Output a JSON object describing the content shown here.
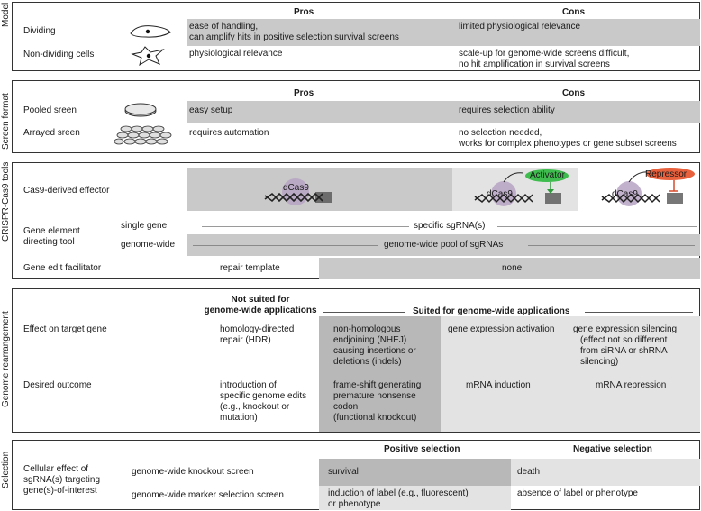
{
  "model": {
    "side_label": "Model",
    "pros_header": "Pros",
    "cons_header": "Cons",
    "rows": [
      {
        "label": "Dividing",
        "pros_1": "ease of handling,",
        "pros_2": "can amplify hits in positive selection survival screens",
        "cons_1": "limited physiological relevance",
        "cons_2": ""
      },
      {
        "label": "Non-dividing cells",
        "pros_1": "physiological relevance",
        "pros_2": "",
        "cons_1": "scale-up for genome-wide screens difficult,",
        "cons_2": "no hit amplification in survival screens"
      }
    ]
  },
  "screen_format": {
    "side_label": "Screen format",
    "pros_header": "Pros",
    "cons_header": "Cons",
    "rows": [
      {
        "label": "Pooled sreen",
        "pros_1": "easy setup",
        "cons_1": "requires selection ability",
        "cons_2": ""
      },
      {
        "label": "Arrayed sreen",
        "pros_1": "requires automation",
        "cons_1": "no selection needed,",
        "cons_2": "works for complex phenotypes or gene subset screens"
      }
    ]
  },
  "crispr": {
    "side_label": "CRISPR-Cas9 tools",
    "effector_label": "Cas9-derived effector",
    "dcas9": "dCas9",
    "activator": "Activator",
    "repressor": "Repressor",
    "directing_label_1": "Gene element",
    "directing_label_2": "directing tool",
    "single_gene": "single gene",
    "single_gene_value": "specific sgRNA(s)",
    "genome_wide": "genome-wide",
    "genome_wide_value": "genome-wide pool of sgRNAs",
    "facilitator_label": "Gene edit facilitator",
    "repair_template": "repair template",
    "none": "none"
  },
  "genome": {
    "side_label": "Genome rearrangement",
    "not_suited_1": "Not suited for",
    "not_suited_2": "genome-wide applications",
    "suited": "Suited for genome-wide applications",
    "effect_label": "Effect on target gene",
    "outcome_label": "Desired outcome",
    "effects": [
      [
        "homology-directed",
        "repair (HDR)"
      ],
      [
        "non-homologous",
        "endjoining (NHEJ)",
        "causing insertions or",
        "deletions (indels)"
      ],
      [
        "gene expression activation"
      ],
      [
        "gene expression silencing",
        "(effect not so different",
        "from siRNA or shRNA",
        "silencing)"
      ]
    ],
    "outcomes": [
      [
        "introduction of",
        "specific genome edits",
        "(e.g., knockout or",
        "mutation)"
      ],
      [
        "frame-shift generating",
        "premature nonsense",
        "codon",
        "(functional knockout)"
      ],
      [
        "mRNA induction"
      ],
      [
        "mRNA repression"
      ]
    ]
  },
  "selection": {
    "side_label": "Selection",
    "left_1": "Cellular effect of",
    "left_2": "sgRNA(s) targeting",
    "left_3": "gene(s)-of-interest",
    "positive_header": "Positive selection",
    "negative_header": "Negative selection",
    "rows": [
      {
        "label": "genome-wide knockout screen",
        "pos_1": "survival",
        "pos_2": "",
        "neg_1": "death"
      },
      {
        "label": "genome-wide marker selection screen",
        "pos_1": "induction of label (e.g., fluorescent)",
        "pos_2": "or phenotype",
        "neg_1": "absence of label or phenotype"
      }
    ]
  }
}
